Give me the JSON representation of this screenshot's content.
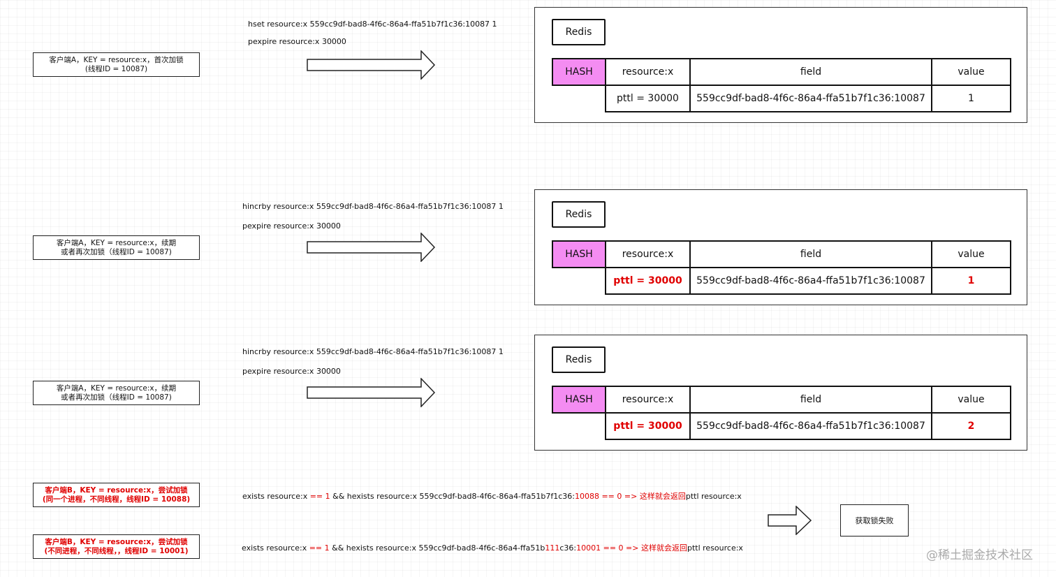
{
  "clients": [
    {
      "line1": "客户端A，KEY = resource:x，首次加锁",
      "line2": "(线程ID = 10087)",
      "red": false
    },
    {
      "line1": "客户端A，KEY = resource:x，续期",
      "line2": "或者再次加锁（线程ID = 10087)",
      "red": false
    },
    {
      "line1": "客户端A，KEY = resource:x，续期",
      "line2": "或者再次加锁（线程ID = 10087)",
      "red": false
    },
    {
      "line1": "客户端B，KEY = resource:x，尝试加锁",
      "line2": "(同一个进程，不同线程，线程ID = 10088)",
      "red": true
    },
    {
      "line1": "客户端B，KEY = resource:x，尝试加锁",
      "line2": "(不同进程，不同线程，，线程ID = 10001)",
      "red": true
    }
  ],
  "commands": [
    {
      "line1": "hset resource:x 559cc9df-bad8-4f6c-86a4-ffa51b7f1c36:10087 1",
      "line2": "pexpire resource:x 30000"
    },
    {
      "line1": "hincrby resource:x 559cc9df-bad8-4f6c-86a4-ffa51b7f1c36:10087 1",
      "line2": "pexpire resource:x 30000"
    },
    {
      "line1": "hincrby resource:x 559cc9df-bad8-4f6c-86a4-ffa51b7f1c36:10087 1",
      "line2": "pexpire resource:x 30000"
    }
  ],
  "redis": [
    {
      "tag": "Redis",
      "hash": "HASH",
      "key": "resource:x",
      "field_header": "field",
      "value_header": "value",
      "ttl": "pttl  =  30000",
      "field": "559cc9df-bad8-4f6c-86a4-ffa51b7f1c36:10087",
      "value": "1",
      "highlight": false
    },
    {
      "tag": "Redis",
      "hash": "HASH",
      "key": "resource:x",
      "field_header": "field",
      "value_header": "value",
      "ttl": "pttl  =  30000",
      "field": "559cc9df-bad8-4f6c-86a4-ffa51b7f1c36:10087",
      "value": "1",
      "highlight": true
    },
    {
      "tag": "Redis",
      "hash": "HASH",
      "key": "resource:x",
      "field_header": "field",
      "value_header": "value",
      "ttl": "pttl  =  30000",
      "field": "559cc9df-bad8-4f6c-86a4-ffa51b7f1c36:10087",
      "value": "2",
      "highlight": true
    }
  ],
  "checks": [
    {
      "a": "exists resource:x ",
      "b": "== 1",
      "c": " && hexists resource:x 559cc9df-bad8-4f6c-86a4-ffa51b7f1c36:",
      "d": "10088",
      "e": " == 0",
      "f": "   => 这样就会返回",
      "g": "pttl resource:x"
    },
    {
      "a": "exists resource:x ",
      "b": "== 1",
      "c": " && hexists resource:x 559cc9df-bad8-4f6c-86a4-ffa51b",
      "c2": "111",
      "c3": "c36:",
      "d": "10001",
      "e": " == 0",
      "f": "   => 这样就会返回",
      "g": "pttl resource:x"
    }
  ],
  "result": "获取锁失败",
  "watermark": "@稀土掘金技术社区",
  "colors": {
    "hash_fill": "#f48cf2",
    "highlight": "#e00000"
  }
}
